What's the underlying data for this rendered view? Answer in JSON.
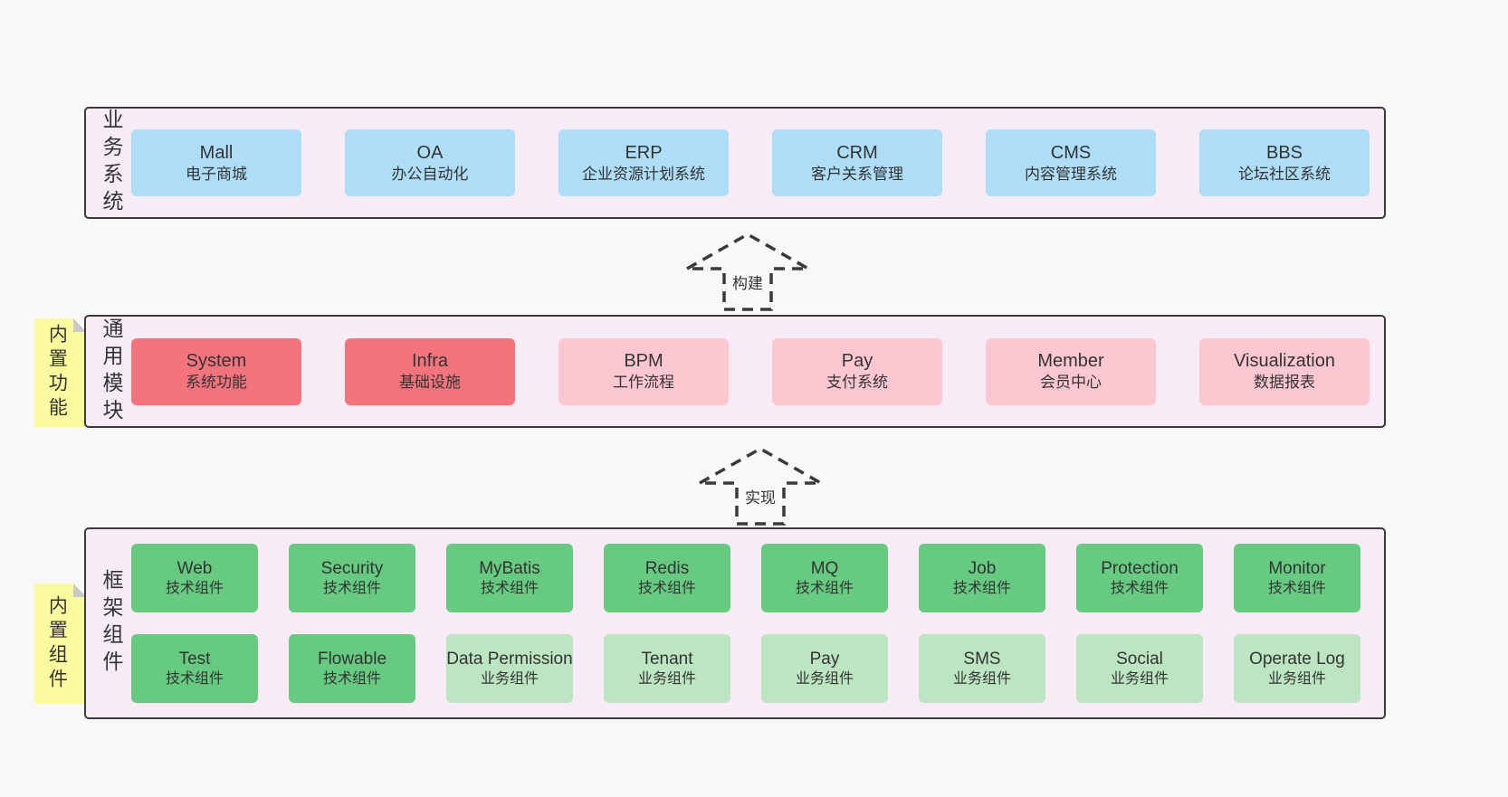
{
  "colors": {
    "page_bg": "#f8f8f8",
    "panel_bg": "#f7ecf5",
    "panel_border": "#3a3a3a",
    "blue": "#aeddf8",
    "red": "#f4747e",
    "pink": "#fdc7d1",
    "green": "#66ca80",
    "green_light": "#bce5c1",
    "sticky": "#fbfa9e",
    "sticky_fold": "#c9c9c9",
    "text": "#333333"
  },
  "arrows": [
    {
      "label": "构建"
    },
    {
      "label": "实现"
    }
  ],
  "sections": {
    "business": {
      "label": "业务系统",
      "boxes": [
        {
          "en": "Mall",
          "cn": "电子商城",
          "variant": "blue"
        },
        {
          "en": "OA",
          "cn": "办公自动化",
          "variant": "blue"
        },
        {
          "en": "ERP",
          "cn": "企业资源计划系统",
          "variant": "blue"
        },
        {
          "en": "CRM",
          "cn": "客户关系管理",
          "variant": "blue"
        },
        {
          "en": "CMS",
          "cn": "内容管理系统",
          "variant": "blue"
        },
        {
          "en": "BBS",
          "cn": "论坛社区系统",
          "variant": "blue"
        }
      ]
    },
    "modules": {
      "label": "通用模块",
      "sticky": "内置功能",
      "boxes": [
        {
          "en": "System",
          "cn": "系统功能",
          "variant": "red"
        },
        {
          "en": "Infra",
          "cn": "基础设施",
          "variant": "red"
        },
        {
          "en": "BPM",
          "cn": "工作流程",
          "variant": "pink"
        },
        {
          "en": "Pay",
          "cn": "支付系统",
          "variant": "pink"
        },
        {
          "en": "Member",
          "cn": "会员中心",
          "variant": "pink"
        },
        {
          "en": "Visualization",
          "cn": "数据报表",
          "variant": "pink"
        }
      ]
    },
    "components": {
      "label": "框架组件",
      "sticky": "内置组件",
      "rows": [
        [
          {
            "en": "Web",
            "cn": "技术组件",
            "variant": "green"
          },
          {
            "en": "Security",
            "cn": "技术组件",
            "variant": "green"
          },
          {
            "en": "MyBatis",
            "cn": "技术组件",
            "variant": "green"
          },
          {
            "en": "Redis",
            "cn": "技术组件",
            "variant": "green"
          },
          {
            "en": "MQ",
            "cn": "技术组件",
            "variant": "green"
          },
          {
            "en": "Job",
            "cn": "技术组件",
            "variant": "green"
          },
          {
            "en": "Protection",
            "cn": "技术组件",
            "variant": "green"
          },
          {
            "en": "Monitor",
            "cn": "技术组件",
            "variant": "green"
          }
        ],
        [
          {
            "en": "Test",
            "cn": "技术组件",
            "variant": "green"
          },
          {
            "en": "Flowable",
            "cn": "技术组件",
            "variant": "green"
          },
          {
            "en": "Data Permission",
            "cn": "业务组件",
            "variant": "green_light"
          },
          {
            "en": "Tenant",
            "cn": "业务组件",
            "variant": "green_light"
          },
          {
            "en": "Pay",
            "cn": "业务组件",
            "variant": "green_light"
          },
          {
            "en": "SMS",
            "cn": "业务组件",
            "variant": "green_light"
          },
          {
            "en": "Social",
            "cn": "业务组件",
            "variant": "green_light"
          },
          {
            "en": "Operate Log",
            "cn": "业务组件",
            "variant": "green_light"
          }
        ]
      ]
    }
  }
}
